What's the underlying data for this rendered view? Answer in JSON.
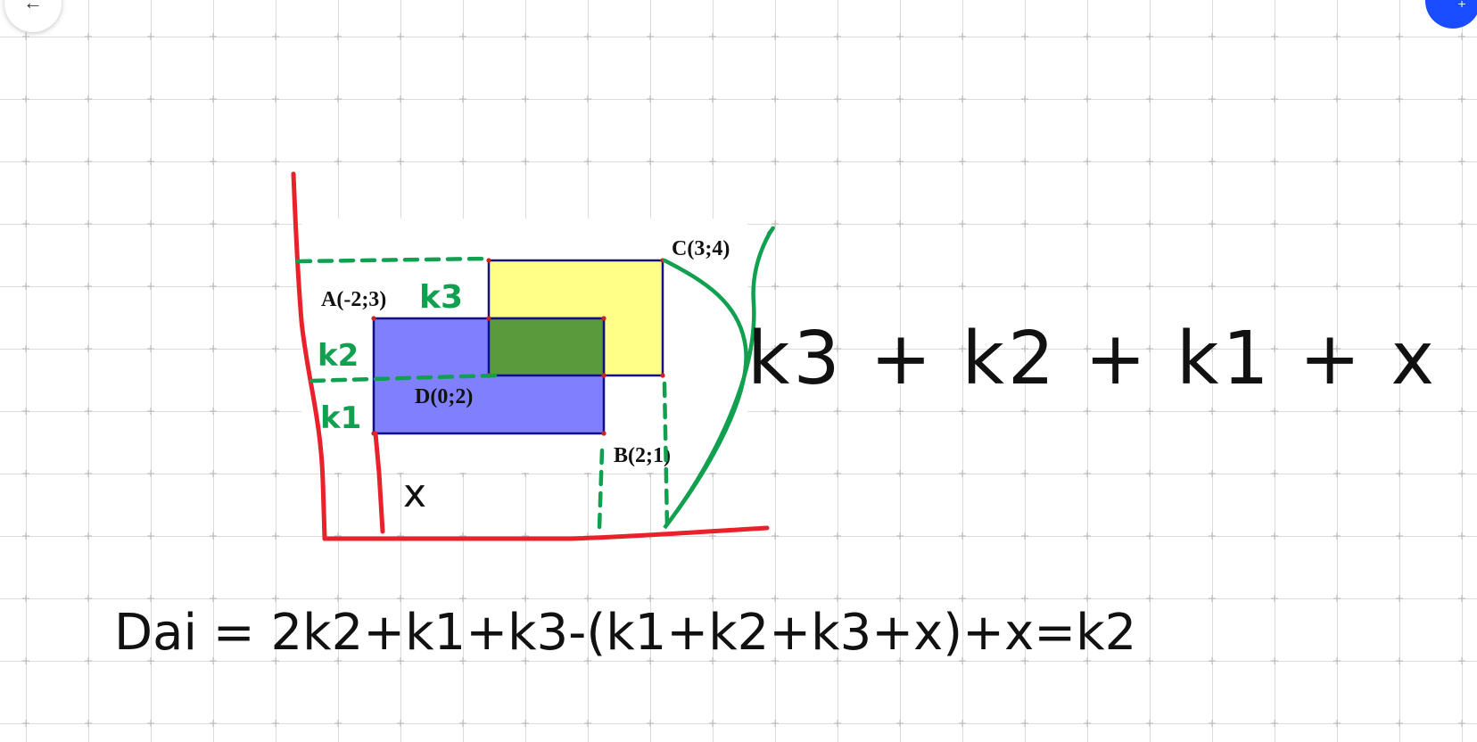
{
  "controls": {
    "back_icon": "arrow-left-icon",
    "back_glyph": "←",
    "add_icon": "add-shape-icon",
    "add_glyph": "⌒₊"
  },
  "colors": {
    "yellow_rect": "#ffff88",
    "blue_rect": "#8080ff",
    "overlap": "#5b9a3c",
    "outline": "#101080",
    "red_stroke": "#e8212b",
    "green_stroke": "#10a050",
    "point": "#cc2222"
  },
  "diagram": {
    "points": {
      "A": "A(-2;3)",
      "B": "B(2;1)",
      "C": "C(3;4)",
      "D": "D(0;2)"
    },
    "region_labels": {
      "k1": "k1",
      "k2": "k2",
      "k3": "k3",
      "x": "x"
    },
    "side_formula": "k3 + k2 + k1 + x",
    "equation": "Dai = 2k2+k1+k3-(k1+k2+k3+x)+x=k2"
  }
}
